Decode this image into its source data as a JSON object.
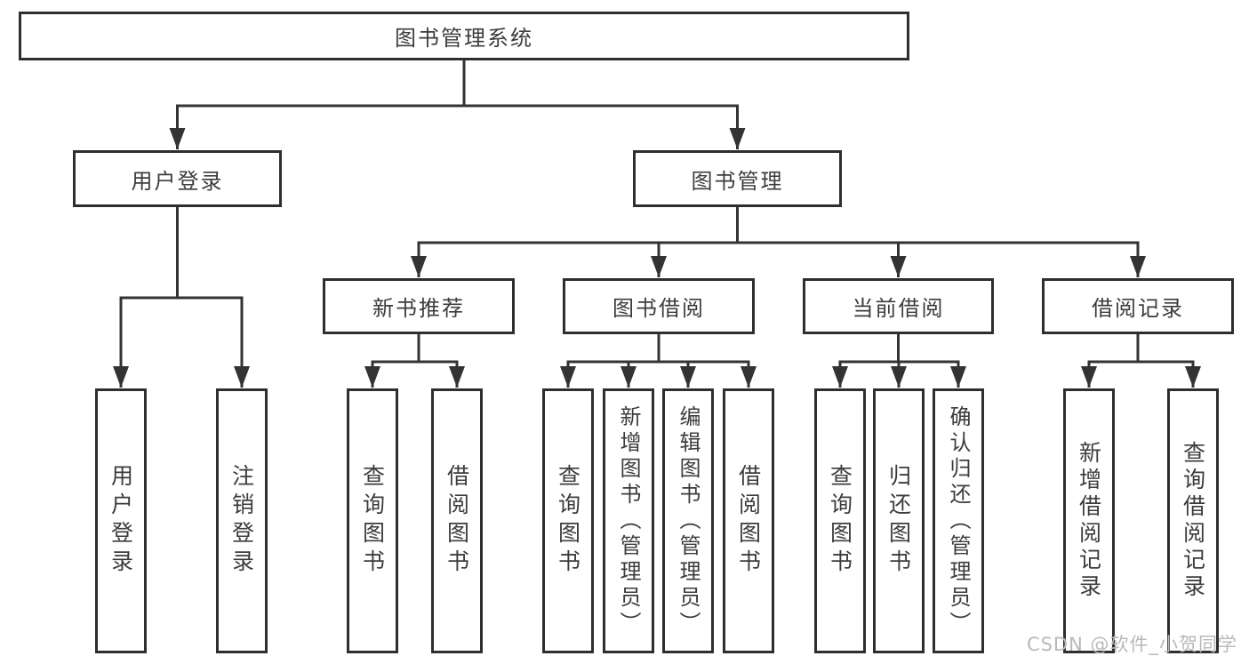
{
  "nodes": {
    "root": "图书管理系统",
    "user_login": "用户登录",
    "book_management": "图书管理",
    "new_book_recommend": "新书推荐",
    "book_borrowing": "图书借阅",
    "current_borrowing": "当前借阅",
    "borrowing_records": "借阅记录",
    "leaf_user_login": "用户登录",
    "leaf_logout": "注销登录",
    "leaf_nb_query_books": "查询图书",
    "leaf_nb_borrow_books": "借阅图书",
    "leaf_bb_query_books": "查询图书",
    "leaf_bb_add_books_admin": "新增图书（管理员）",
    "leaf_bb_edit_books_admin": "编辑图书（管理员）",
    "leaf_bb_borrow_books": "借阅图书",
    "leaf_cb_query_books": "查询图书",
    "leaf_cb_return_books": "归还图书",
    "leaf_cb_confirm_return_admin": "确认归还（管理员）",
    "leaf_br_add_record": "新增借阅记录",
    "leaf_br_query_record": "查询借阅记录"
  },
  "watermark": "CSDN @软件_小贺同学",
  "colors": {
    "line": "#333333",
    "border": "#2e2e2e",
    "text": "#3c3c3c",
    "watermark_text": "#b9b9b9",
    "background": "#ffffff"
  }
}
